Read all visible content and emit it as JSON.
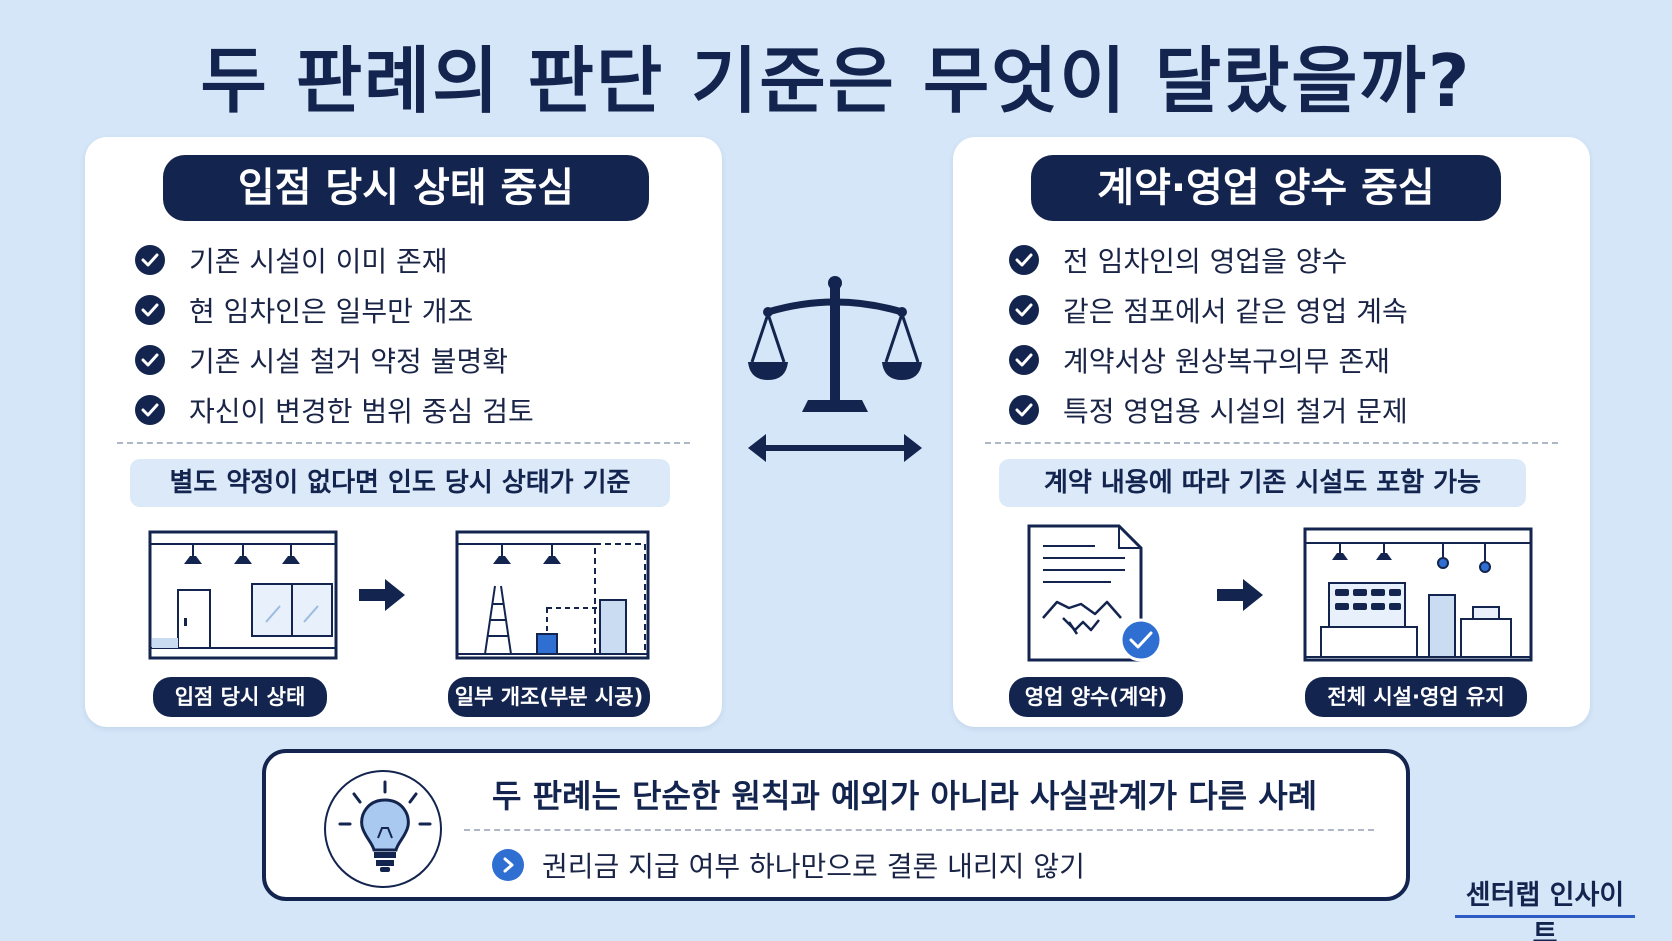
{
  "title": "두 판례의 판단 기준은 무엇이 달랐을까?",
  "left_panel": {
    "header": "입점 당시 상태 중심",
    "items": [
      "기존 시설이 이미 존재",
      "현 임차인은 일부만 개조",
      "기존 시설 철거 약정 불명확",
      "자신이 변경한 범위 중심 검토"
    ],
    "note": "별도 약정이 없다면 인도 당시 상태가 기준",
    "caption_before": "입점 당시 상태",
    "caption_after": "일부 개조(부분 시공)"
  },
  "right_panel": {
    "header": "계약·영업 양수 중심",
    "items": [
      "전 임차인의 영업을 양수",
      "같은 점포에서 같은 영업 계속",
      "계약서상 원상복구의무 존재",
      "특정 영업용 시설의 철거 문제"
    ],
    "note": "계약 내용에 따라 기존 시설도 포함 가능",
    "caption_before": "영업 양수(계약)",
    "caption_after": "전체 시설·영업 유지"
  },
  "conclusion": {
    "heading": "두 판례는 단순한 원칙과 예외가 아니라 사실관계가 다른 사례",
    "sub": "권리금 지급 여부 하나만으로 결론 내리지 않기"
  },
  "brand": "센터랩 인사이트",
  "colors": {
    "navy": "#13244f",
    "background": "#d5e6f8",
    "accent_blue": "#2f6fd1",
    "note_fill": "#dbe9f8"
  },
  "icons": [
    "check-icon",
    "scales-of-justice-icon",
    "double-arrow-icon",
    "lightbulb-icon",
    "chevron-right-icon",
    "handshake-icon",
    "document-icon"
  ]
}
